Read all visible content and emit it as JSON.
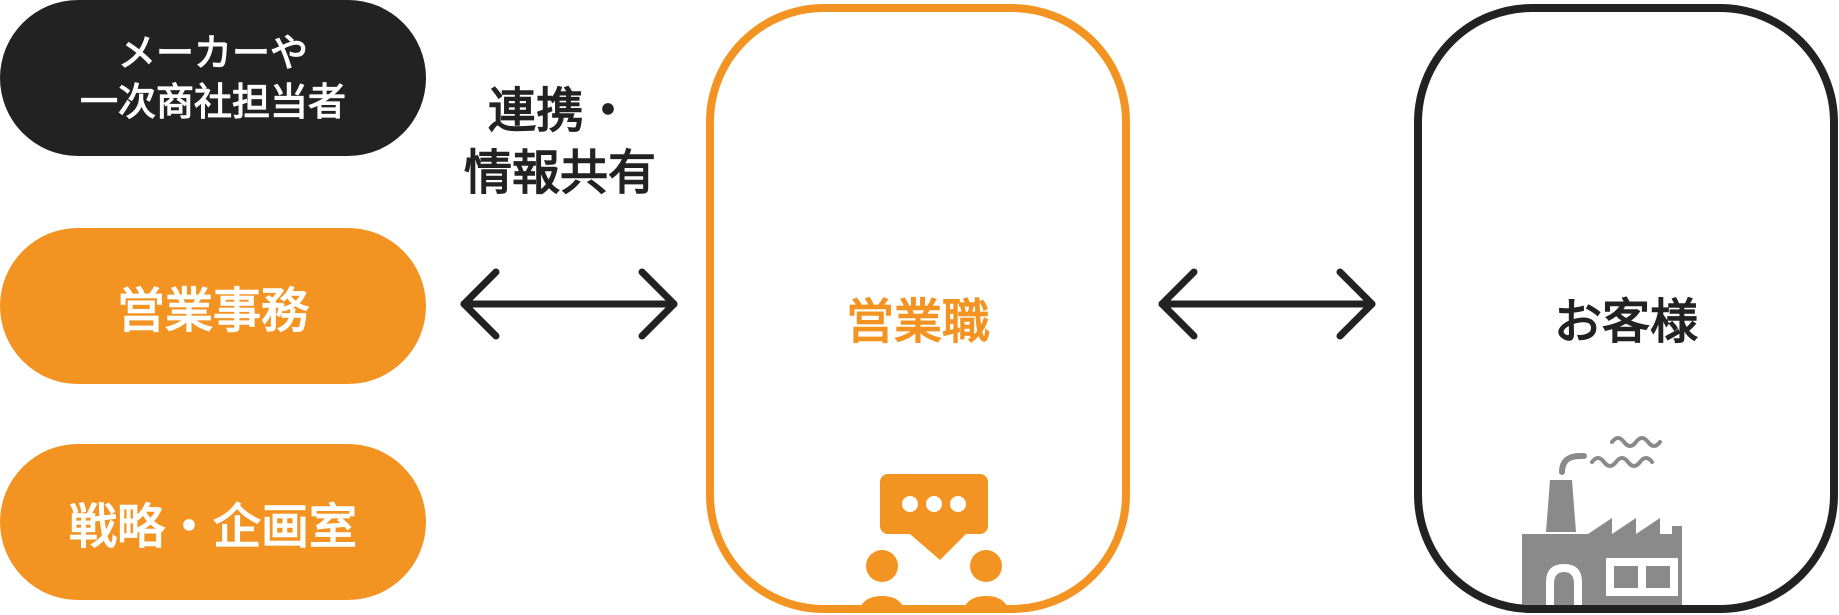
{
  "left_column": {
    "maker_label_line1": "メーカーや",
    "maker_label_line2": "一次商社担当者",
    "sales_office_label": "営業事務",
    "strategy_label": "戦略・企画室"
  },
  "link": {
    "line1": "連携・",
    "line2": "情報共有"
  },
  "sales_box": {
    "title": "営業職",
    "icon": "team-chat-icon"
  },
  "customer_box": {
    "title": "お客様",
    "icon": "factory-icon"
  },
  "colors": {
    "orange": "#f39422",
    "dark": "#222222",
    "gray": "#8a8a8a"
  }
}
